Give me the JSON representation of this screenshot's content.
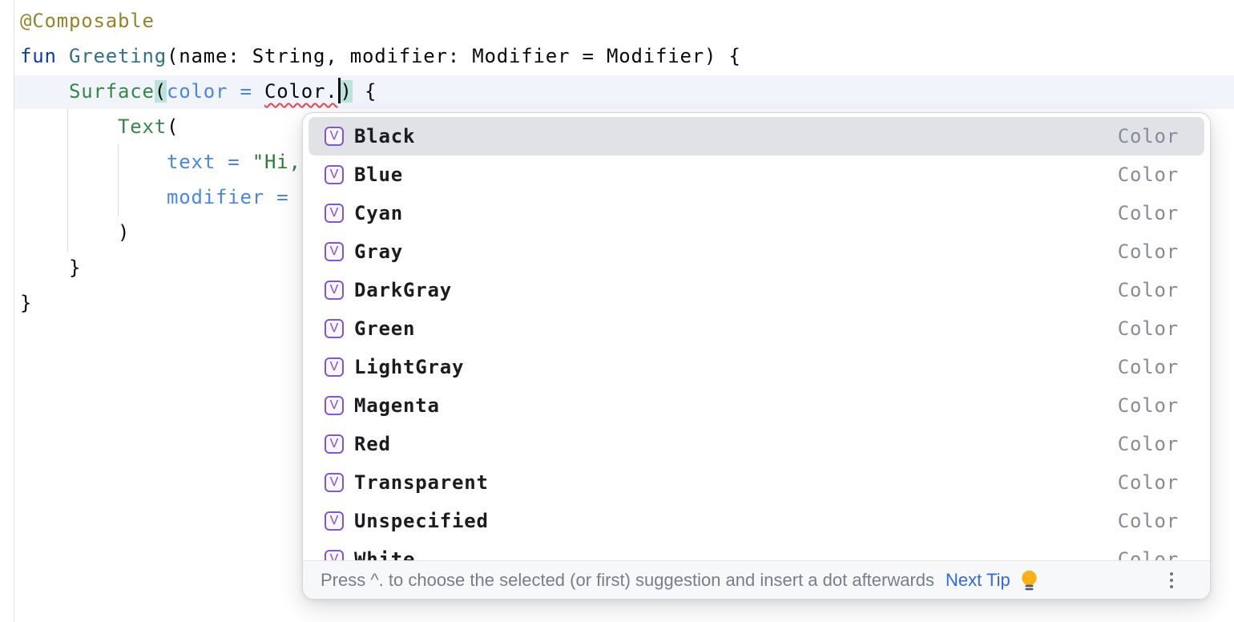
{
  "editor": {
    "caret_row_index": 2,
    "lines": [
      [
        [
          "@Composable",
          "anno"
        ]
      ],
      [
        [
          "fun ",
          "kw"
        ],
        [
          "Greeting",
          "fname"
        ],
        [
          "(name: String, modifier: Modifier = Modifier) {",
          "plain"
        ]
      ],
      [
        [
          "    ",
          "plain"
        ],
        [
          "Surface",
          "comp"
        ],
        [
          "(",
          "paren"
        ],
        [
          "color",
          "named"
        ],
        [
          " = ",
          "named"
        ],
        [
          "Color.",
          "err"
        ],
        [
          "",
          "caret"
        ],
        [
          ")",
          "paren"
        ],
        [
          " {",
          "plain"
        ]
      ],
      [
        [
          "        ",
          "plain"
        ],
        [
          "Text",
          "comp"
        ],
        [
          "(",
          "plain"
        ]
      ],
      [
        [
          "            ",
          "plain"
        ],
        [
          "text",
          "named"
        ],
        [
          " = ",
          "named"
        ],
        [
          "\"Hi,",
          "str"
        ]
      ],
      [
        [
          "            ",
          "plain"
        ],
        [
          "modifier",
          "named"
        ],
        [
          " = ",
          "named"
        ]
      ],
      [
        [
          "        )",
          "plain"
        ]
      ],
      [
        [
          "    }",
          "plain"
        ]
      ],
      [
        [
          "}",
          "plain"
        ]
      ]
    ]
  },
  "popup": {
    "icon_letter": "V",
    "selected_index": 0,
    "items": [
      {
        "label": "Black",
        "type": "Color"
      },
      {
        "label": "Blue",
        "type": "Color"
      },
      {
        "label": "Cyan",
        "type": "Color"
      },
      {
        "label": "Gray",
        "type": "Color"
      },
      {
        "label": "DarkGray",
        "type": "Color"
      },
      {
        "label": "Green",
        "type": "Color"
      },
      {
        "label": "LightGray",
        "type": "Color"
      },
      {
        "label": "Magenta",
        "type": "Color"
      },
      {
        "label": "Red",
        "type": "Color"
      },
      {
        "label": "Transparent",
        "type": "Color"
      },
      {
        "label": "Unspecified",
        "type": "Color"
      },
      {
        "label": "White",
        "type": "Color"
      }
    ],
    "hint": {
      "text": "Press ^. to choose the selected (or first) suggestion and insert a dot afterwards",
      "action": "Next Tip"
    }
  },
  "colors": {
    "accent_blue": "#3068E8",
    "selection_bg": "#E0E2E6",
    "caret_row_bg": "#F1F5FB",
    "paren_match_bg": "#BCE2D9",
    "error_underline": "#E5484D",
    "icon_purple": "#8255D7",
    "type_text_gray": "#858B9A",
    "hint_text_gray": "#787D88",
    "lightbulb_yellow": "#F9B115"
  }
}
